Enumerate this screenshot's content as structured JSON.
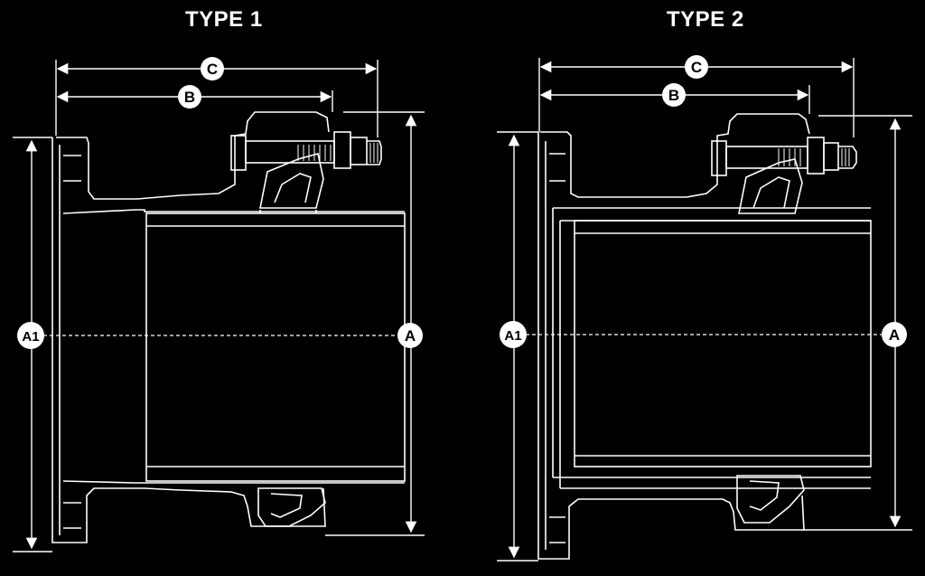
{
  "panels": [
    {
      "title": "TYPE 1",
      "labels": {
        "c": "C",
        "b": "B",
        "a1": "A1",
        "a": "A"
      }
    },
    {
      "title": "TYPE 2",
      "labels": {
        "c": "C",
        "b": "B",
        "a1": "A1",
        "a": "A"
      }
    }
  ],
  "colors": {
    "background": "#000000",
    "line": "#ffffff",
    "badge_fill": "#ffffff",
    "badge_text": "#000000"
  }
}
